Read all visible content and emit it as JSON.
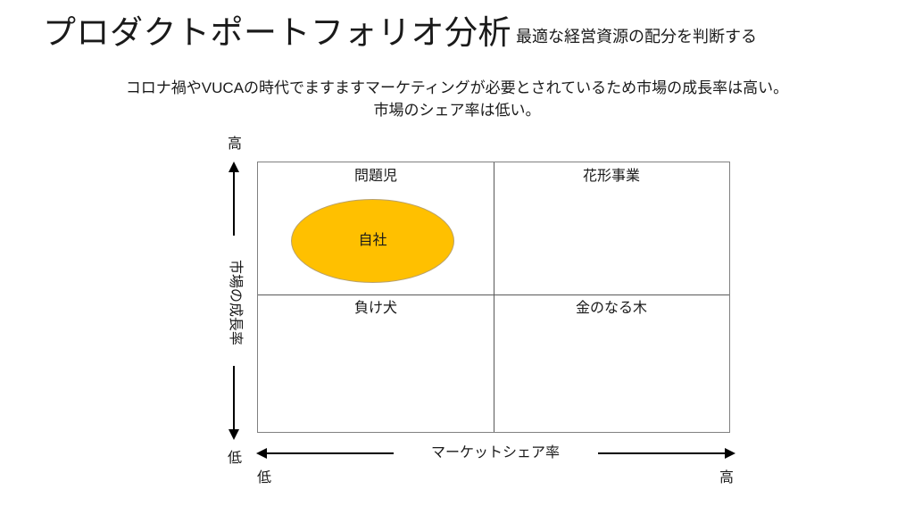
{
  "header": {
    "title": "プロダクトポートフォリオ分析",
    "subtitle": "最適な経営資源の配分を判断する"
  },
  "description": {
    "line1": "コロナ禍やVUCAの時代でますますマーケティングが必要とされているため市場の成長率は高い。",
    "line2": "市場のシェア率は低い。"
  },
  "matrix": {
    "quadrants": [
      {
        "key": "problem-child",
        "label": "問題児",
        "position": "top-left"
      },
      {
        "key": "star",
        "label": "花形事業",
        "position": "top-right"
      },
      {
        "key": "dog",
        "label": "負け犬",
        "position": "bottom-left"
      },
      {
        "key": "cash-cow",
        "label": "金のなる木",
        "position": "bottom-right"
      }
    ],
    "bubble": {
      "label": "自社",
      "quadrant": "問題児",
      "fill": "#FFC000",
      "stroke": "#b8a06a"
    },
    "border_color": "#808080",
    "divider_color": "#595959"
  },
  "axes": {
    "y": {
      "title": "市場の成長率",
      "high_label": "高",
      "low_label": "低"
    },
    "x": {
      "title": "マーケットシェア率",
      "low_label": "低",
      "high_label": "高"
    }
  }
}
